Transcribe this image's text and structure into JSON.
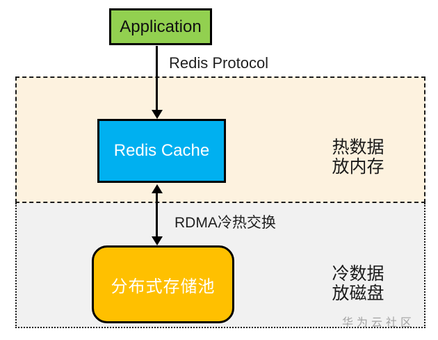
{
  "diagram": {
    "nodes": {
      "application": {
        "label": "Application",
        "bg": "#92D050",
        "text_color": "#111111"
      },
      "redis_cache": {
        "label": "Redis Cache",
        "bg": "#00B0F0",
        "text_color": "#FFFFFF"
      },
      "storage_pool": {
        "label": "分布式存储池",
        "bg": "#FFC000",
        "text_color": "#FFFFFF"
      }
    },
    "edges": {
      "app_to_cache": {
        "label": "Redis Protocol",
        "direction": "down"
      },
      "cache_to_storage": {
        "label": "RDMA冷热交换",
        "direction": "bidirectional"
      }
    },
    "zones": {
      "hot": {
        "bg": "#FDF2DF",
        "border_style": "dashed",
        "note": [
          "热数据",
          "放内存"
        ]
      },
      "cold": {
        "bg": "#F1F1F1",
        "border_style": "dotted",
        "note": [
          "冷数据",
          "放磁盘"
        ]
      }
    },
    "watermark": "华为云社区"
  }
}
